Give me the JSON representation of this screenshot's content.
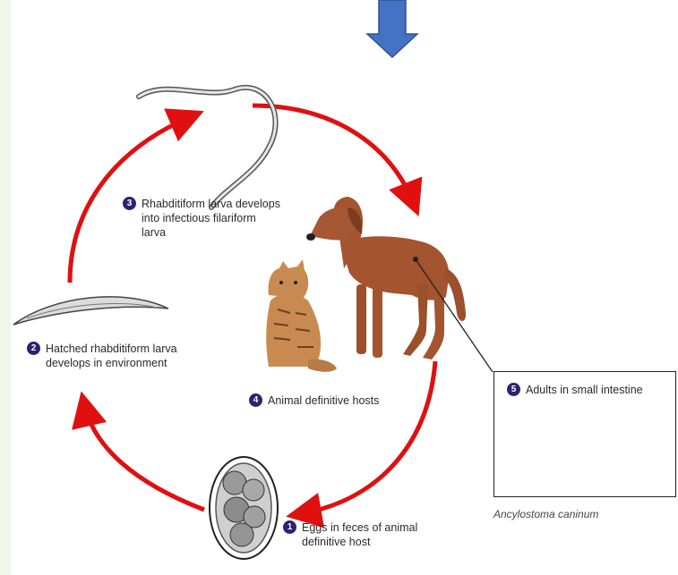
{
  "colors": {
    "cycle_arrow": "#e01010",
    "pointer_arrow": "#4472c4",
    "step_badge": "#2e2170",
    "dog": "#a4542e",
    "cat": "#c98a52",
    "background_band": "#f2f5e9"
  },
  "icons": {
    "pointer": "down-arrow-icon",
    "host_dog": "dog-icon",
    "host_cat": "cat-icon",
    "egg": "egg-icon",
    "larva": "larva-icon",
    "worm": "worm-icon"
  },
  "steps": [
    {
      "number": "1",
      "label": "Eggs in feces of animal definitive host"
    },
    {
      "number": "2",
      "label": "Hatched rhabditiform larva develops in environment"
    },
    {
      "number": "3",
      "label": "Rhabditiform larva develops into infectious filariform larva"
    },
    {
      "number": "4",
      "label": "Animal definitive hosts"
    },
    {
      "number": "5",
      "label": "Adults in small intestine"
    }
  ],
  "inset": {
    "species_label": "Ancylostoma caninum"
  }
}
